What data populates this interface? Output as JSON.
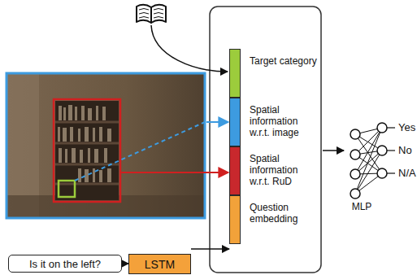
{
  "diagram": {
    "nodes": [
      {
        "text": [
          "Target category"
        ]
      },
      {
        "text": [
          "Spatial information w.r.t. image"
        ]
      },
      {
        "text": [
          "Spatial information w.r.t. RuD"
        ]
      },
      {
        "text": [
          "Question embedding"
        ]
      },
      {
        "text": [
          "Is it on the left?"
        ]
      },
      {
        "text": [
          "LSTM"
        ]
      },
      {
        "text": [
          "MLP"
        ]
      }
    ],
    "edges": [
      {
        "from": 4,
        "to": 5,
        "arrow": "to"
      },
      {
        "from": 5,
        "to": 3,
        "arrow": "to"
      }
    ],
    "labels": [
      "Yes",
      "No",
      "N/A"
    ]
  }
}
